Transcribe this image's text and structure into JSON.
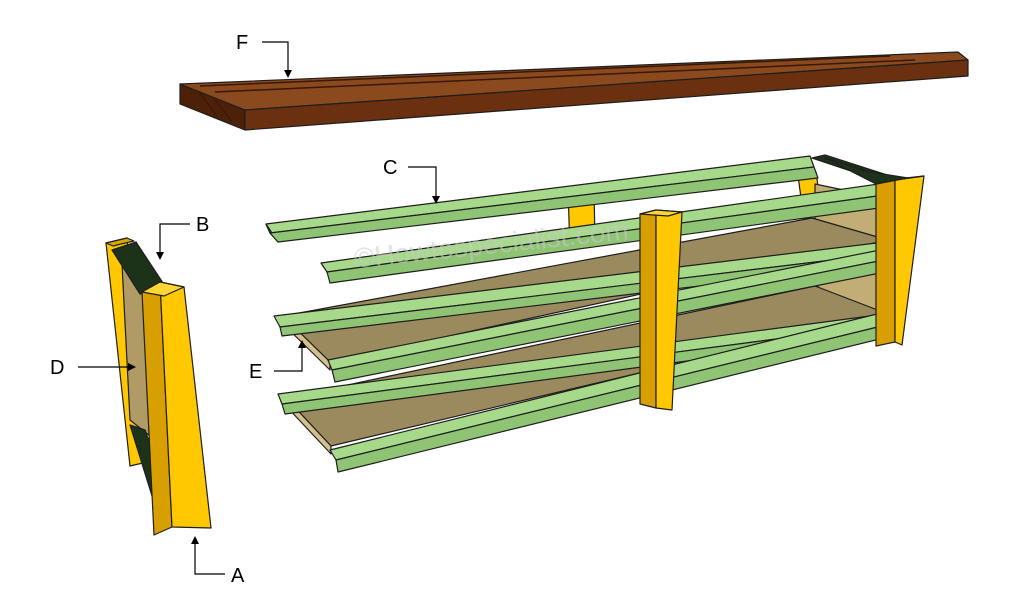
{
  "watermark": "©Howtospecialist.com",
  "labels": {
    "a": "A",
    "b": "B",
    "c": "C",
    "d": "D",
    "e": "E",
    "f": "F"
  },
  "colors": {
    "top_board": "#7a3a12",
    "top_board_dark": "#4d2107",
    "leg_yellow": "#ffc800",
    "leg_yellow_dark": "#c79600",
    "rail_green": "#a6d98a",
    "rail_green_dark": "#6f9a5a",
    "panel_dark": "#1d3319",
    "shelf_plywood": "#9a8a5e",
    "shelf_plywood_light": "#d2c08e",
    "watermark": "#c9c9c9"
  }
}
